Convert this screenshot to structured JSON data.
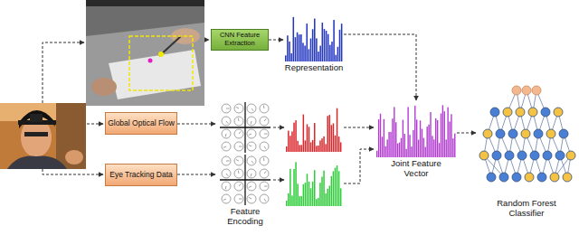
{
  "diagram": {
    "nodes": [
      {
        "text": [
          "CNN Feature Extraction"
        ]
      },
      {
        "text": [
          "Representation"
        ]
      },
      {
        "text": [
          "Global Optical Flow"
        ]
      },
      {
        "text": [
          "Eye Tracking Data"
        ]
      },
      {
        "text": [
          "Joint Feature Vector"
        ]
      },
      {
        "text": [
          "Random Forest Classifier"
        ]
      }
    ],
    "edges": [
      {
        "from": 0,
        "to": 1,
        "arrow": "to"
      },
      {
        "from": 1,
        "to": 4,
        "arrow": "to"
      },
      {
        "from": 4,
        "to": 5,
        "arrow": "to"
      }
    ],
    "labels": [
      "Feature Encoding"
    ]
  }
}
